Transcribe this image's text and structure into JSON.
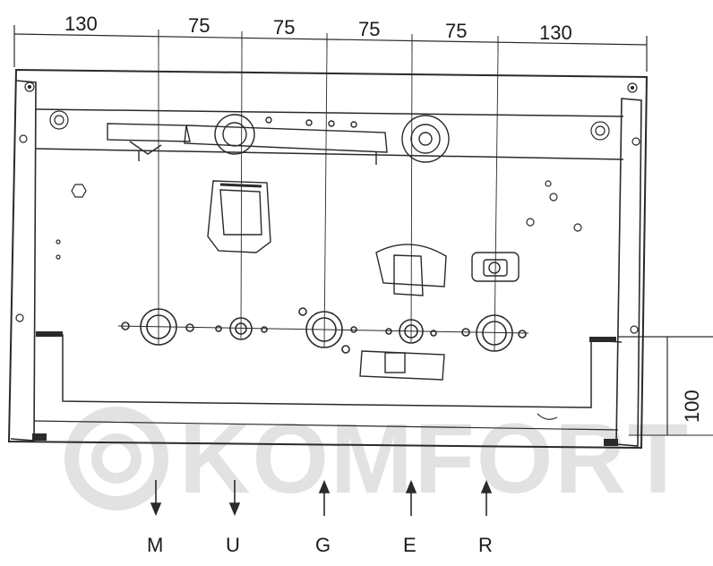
{
  "dimensions": {
    "top": [
      "130",
      "75",
      "75",
      "75",
      "75",
      "130"
    ],
    "right": "100"
  },
  "connections": [
    {
      "label": "M",
      "direction": "down"
    },
    {
      "label": "U",
      "direction": "down"
    },
    {
      "label": "G",
      "direction": "up"
    },
    {
      "label": "E",
      "direction": "up"
    },
    {
      "label": "R",
      "direction": "up"
    }
  ],
  "watermark": "KOMFORT",
  "colors": {
    "line": "#2a2a2a",
    "watermark": "#e2e2e2",
    "background": "#ffffff"
  }
}
